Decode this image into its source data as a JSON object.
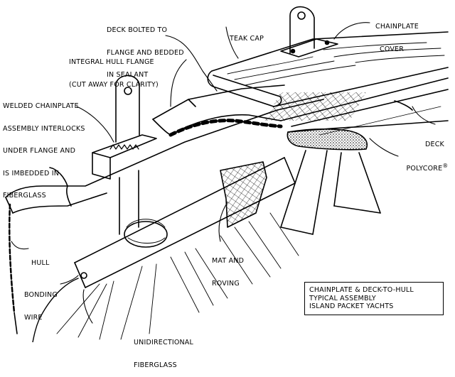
{
  "labels": {
    "deck_bolted": [
      "DECK BOLTED TO",
      "FLANGE AND BEDDED",
      "IN SEALANT"
    ],
    "teak_cap": [
      "TEAK CAP"
    ],
    "chainplate_cover": [
      "CHAINPLATE",
      "COVER"
    ],
    "integral_flange": [
      "INTEGRAL HULL FLANGE",
      "(CUT AWAY FOR CLARITY)"
    ],
    "welded_chainplate": [
      "WELDED CHAINPLATE",
      "ASSEMBLY INTERLOCKS",
      "UNDER FLANGE AND",
      "IS IMBEDDED IN",
      "FIBERGLASS"
    ],
    "deck": [
      "DECK"
    ],
    "polycore": [
      "POLYCORE"
    ],
    "polycore_mark": "®",
    "hull": [
      "HULL"
    ],
    "mat_roving": [
      "MAT AND",
      "ROVING"
    ],
    "bonding_wire": [
      "BONDING",
      "WIRE"
    ],
    "unidirectional": [
      "UNIDIRECTIONAL",
      "FIBERGLASS"
    ]
  },
  "caption": [
    "CHAINPLATE & DECK-TO-HULL",
    "TYPICAL ASSEMBLY",
    "ISLAND PACKET YACHTS"
  ]
}
